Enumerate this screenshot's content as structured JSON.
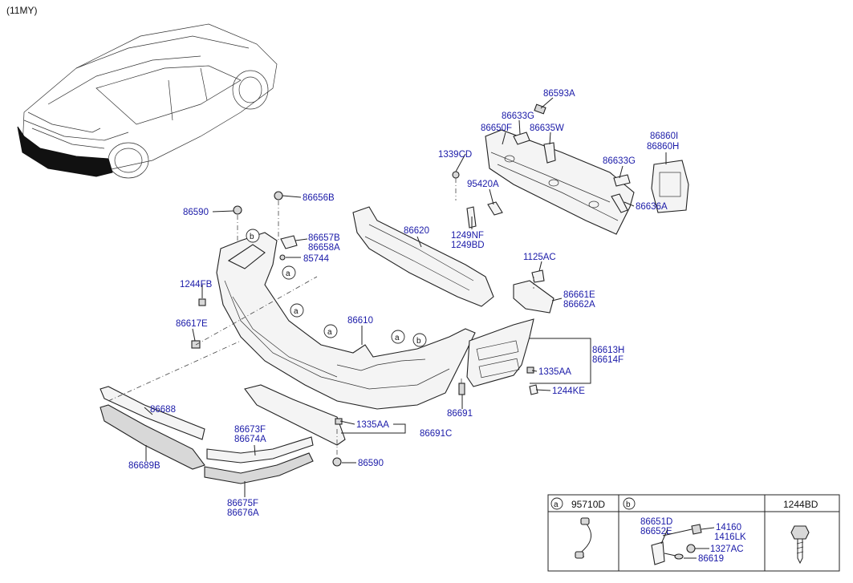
{
  "header": {
    "model_year": "(11MY)"
  },
  "callouts": [
    "a",
    "b"
  ],
  "parts": {
    "p86593A": "86593A",
    "p86633G_1": "86633G",
    "p86650F": "86650F",
    "p86635W": "86635W",
    "p1339CD": "1339CD",
    "p86860I": "86860I",
    "p86860H": "86860H",
    "p86633G_2": "86633G",
    "p95420A": "95420A",
    "p86636A": "86636A",
    "p86656B": "86656B",
    "p86590_1": "86590",
    "p86620": "86620",
    "p1249NF": "1249NF",
    "p1249BD": "1249BD",
    "p86657B": "86657B",
    "p86658A": "86658A",
    "p85744": "85744",
    "p1125AC": "1125AC",
    "p1244FB": "1244FB",
    "p86661E": "86661E",
    "p86662A": "86662A",
    "p86617E": "86617E",
    "p86610": "86610",
    "p86613H": "86613H",
    "p86614F": "86614F",
    "p1335AA_1": "1335AA",
    "p1244KE": "1244KE",
    "p86691": "86691",
    "p86688": "86688",
    "p86673F": "86673F",
    "p86674A": "86674A",
    "p1335AA_2": "1335AA",
    "p86691C": "86691C",
    "p86689B": "86689B",
    "p86590_2": "86590",
    "p86675F": "86675F",
    "p86676A": "86676A"
  },
  "legend_table": {
    "col_a_key": "a",
    "col_a_part": "95710D",
    "col_b_key": "b",
    "col_b_parts": [
      "86651D",
      "86652E",
      "14160",
      "1416LK",
      "1327AC",
      "86619"
    ],
    "col_c_part": "1244BD"
  }
}
